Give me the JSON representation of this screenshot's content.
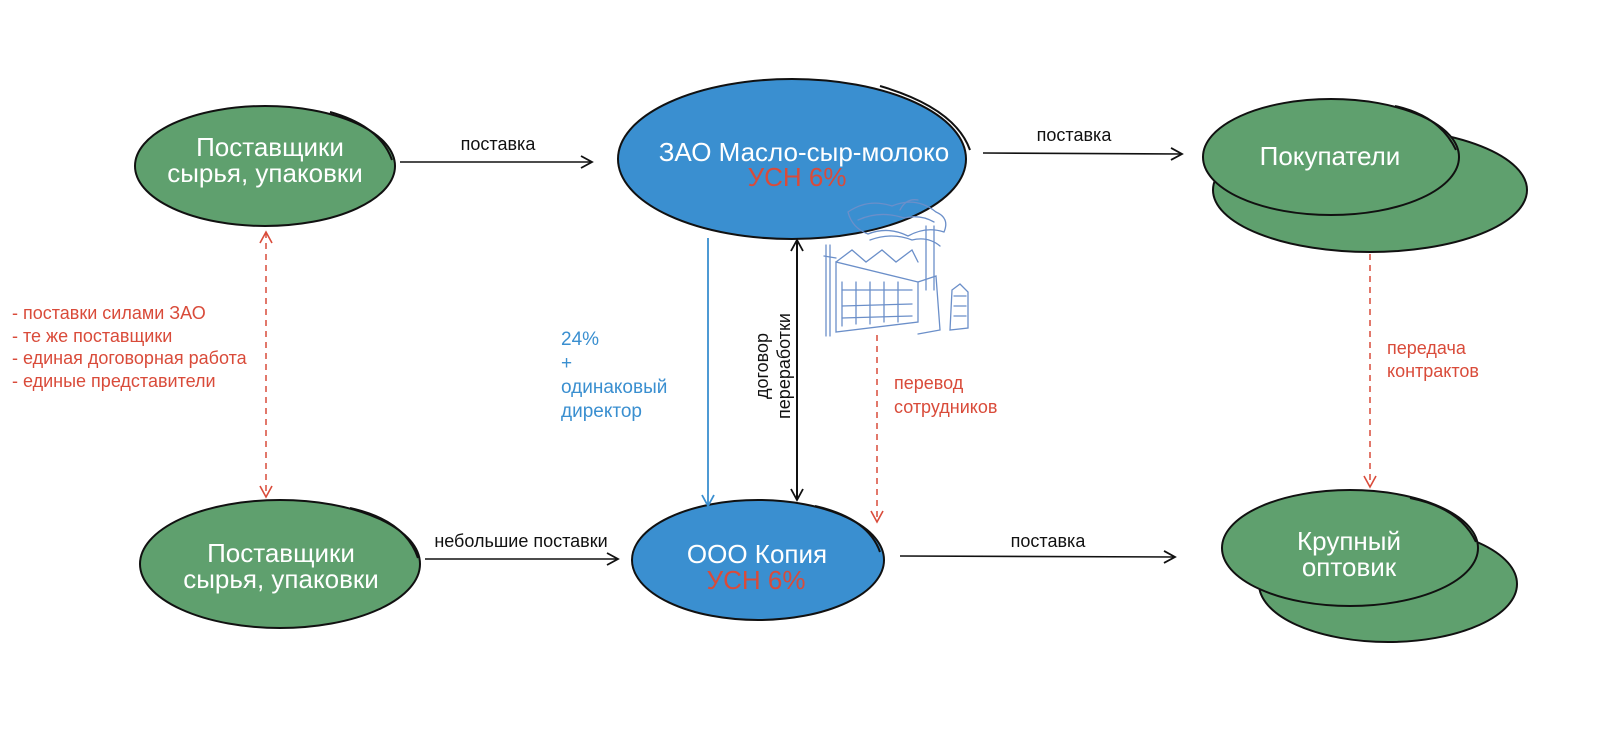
{
  "colors": {
    "green": "#5fa06e",
    "blue": "#3a8fd0",
    "red": "#d94b3a",
    "black": "#111111",
    "sketch": "#6b8fc9"
  },
  "nodes": {
    "suppliers_top": {
      "line1": "Поставщики",
      "line2": "сырья, упаковки"
    },
    "zao": {
      "name": "ЗАО Масло-сыр-молоко",
      "tax": "УСН 6%"
    },
    "buyers": {
      "name": "Покупатели"
    },
    "suppliers_bottom": {
      "line1": "Поставщики",
      "line2": "сырья, упаковки"
    },
    "ooo": {
      "name": "ООО Копия",
      "tax": "УСН 6%"
    },
    "wholesaler": {
      "line1": "Крупный",
      "line2": "оптовик"
    }
  },
  "edges": {
    "supply_top_left": "поставка",
    "supply_top_right": "поставка",
    "small_supply": "небольшие поставки",
    "supply_bottom_right": "поставка",
    "processing_contract": {
      "line1": "договор",
      "line2": "переработки"
    },
    "ownership": {
      "line1": "24%",
      "line2": "+",
      "line3": "одинаковый",
      "line4": "директор"
    },
    "staff_transfer": {
      "line1": "перевод",
      "line2": "сотрудников"
    },
    "contract_transfer": {
      "line1": "передача",
      "line2": "контрактов"
    }
  },
  "notes": {
    "items": [
      "- поставки силами ЗАО",
      "- те же поставщики",
      "- единая договорная работа",
      "- единые представители"
    ]
  },
  "icons": {
    "factory": "factory-sketch-icon"
  }
}
